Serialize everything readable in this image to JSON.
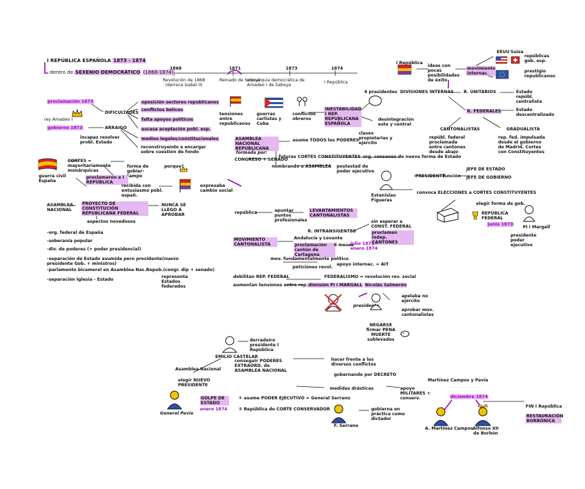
{
  "colors": {
    "ink": "#111111",
    "purple": "#a000c8",
    "highlight": "#e6b8f2",
    "red": "#d7261e",
    "yellow": "#f2c300"
  },
  "head": {
    "title": "I REPÚBLICA ESPAÑOLA",
    "title_years": "1873 - 1874",
    "subtitle": "dentro de",
    "subtitle_b": "SEXENIO DEMOCRÁTICO",
    "subtitle_years": "(1868-1874)"
  },
  "timeline": {
    "t1868": "1868",
    "t1871": "1871",
    "t1873": "1873",
    "t1874": "1874",
    "rev": "Revolución de 1868",
    "rev2": "(derroca Isabel II)",
    "amadeo": "Reinado de Saboyá",
    "monarquia": "monarquía democrática de Amadeo I de Saboya",
    "republica": "I República"
  },
  "causes": {
    "proclamacion": "proclamación 1873",
    "rey": "rey Amadeo I",
    "gobierno": "gobierno 1873",
    "dificultades": "DIFICULTADES",
    "arraigo": "ARRAIGO",
    "d1": "oposición sectores republicanos",
    "d2": "conflictos bélicos",
    "d3": "falta apoyos políticos",
    "d4": "escasa aceptación pobl. esp.",
    "d5": "medios legales/constitucionales",
    "d6": "reconstruyendo a encargar sobre cuestión de fondo",
    "incapaz": "incapaz resolver probl. Estado"
  },
  "center": {
    "tensiones": "tensiones entre republicanos",
    "carlistas": "guerras carlistas y Cuba",
    "conflictos": "conflictos obreros",
    "inestabilidad": "INESTABILIDAD I REP. REPUBLICANA ESPAÑOLA",
    "presidentes": "4 presidentes",
    "clases": "clases propietarias y ejército",
    "desintegracion": "desintegración este y central",
    "asamblea": "ASAMBLEA NACIONAL REPUBLICANA",
    "formada": "formada por:",
    "congreso": "CONGRESO",
    "senado": "SENADO",
    "asume": "asume TODOS los PODERES",
    "futuras": "futuras CORTES CONSTITUYENTES",
    "concenso": "org. consenso de nueva forma de Estado",
    "nombrando": "nombrando a ASAMBLEA",
    "potestad": "postestad de poder ejecutivo"
  },
  "right": {
    "irep": "I República",
    "ideas": "ideas con pocas posibilidades de éxito",
    "movimiento": "movimiento internac.",
    "eeuu": "EEUU",
    "suiza": "Suiza",
    "republicas": "repúblicas gob. esp.",
    "prestigio": "prestigio republicanos",
    "divisiones": "DIVISIONES INTERNAS",
    "unitarios": "R. UNITARIOS",
    "estado_rep": "Estado repúbl. centralista",
    "federales": "R. FEDERALES",
    "estado_desc": "Estado descentralizado",
    "cantonalistas": "CANTONALISTAS",
    "gradualista": "GRADUALISTA",
    "cant_desc": "repúbl. federal proclamada entre cantones desde abajo",
    "grad_desc": "rep. fed. impulsada desde el gobierno de Madrid. Cortes con Constituyentes"
  },
  "figueras": {
    "presidente": "PRESIDENTE",
    "funcion": "función",
    "jefe_estado": "JEFE DE ESTADO",
    "jefe_gobierno": "JEFE DE GOBIERNO",
    "nombre": "Estanislao Figueras",
    "convoca": "convoca ELECCIONES a CORTES CONSTITUYENTES",
    "elegir": "elegir forma de gob.",
    "rep_federal": "REPÚBLICA FEDERAL",
    "junio": "junio 1873",
    "pi": "Pi i Margall",
    "pi2": "presidente poder ejecutivo"
  },
  "left_mid": {
    "cortes": "CORTES = mayoritariamente monárquicas",
    "guerra": "guerra civil España",
    "proclamaron": "proclamaron a I REPÚBLICA",
    "forma": "forma de gobier- tampo",
    "porque": "porque?",
    "recibida": "recibida con entusiasmo pobl. españ.",
    "expresaba": "expresaba cambio social",
    "asamblea_nac": "ASAMBLEA NACIONAL",
    "proyecto": "PROYECTO DE CONSTITUCIÓN REPUBLICANA FEDERAL",
    "nose": "NUNCA SE LLEGO A APROBAR",
    "aspectos": "aspectos novedosos",
    "a1": "-org. federal de España",
    "a2": "-soberanía popular",
    "a3": "-div. de poderes (+ poder presidencial)",
    "a4": "-separación de Estado asumida pero presidente(nuevo presidente Gob. + ministros)",
    "a5": "-parlamento bicameral en Asamblea Nac.Repub.(congr. dip + senado)",
    "a6": "-separación Iglesia - Estado",
    "representa": "representa Estados federados"
  },
  "cantonal": {
    "republica": "república",
    "apuntar": "apuntar puntos profesionales",
    "levant": "LEVANTAMIENTOS CANTONALISTAS",
    "intransigentes": "R. INTRANSIGENTES",
    "sin_esperar": "sin esperar a CONST. FEDERAL",
    "proclaman": "proclaman indep. CANTONES",
    "mov": "MOVIMIENTO CANTONALISTA",
    "andalucia": "Andalucía y Levante",
    "proclamacion": "proclamación cantón de Cartagena",
    "meses": "6 meses",
    "julio": "julio 1873 - enero 1874",
    "fundamento": "mov. fundamentalmente político",
    "peticiones": "peticiones revol.",
    "apoyo": "apoyo internac. = AIT",
    "debilitan": "debilitan REP. FEDERAL",
    "federalismo": "FEDERALISMO = revolución rev. social",
    "aumentan": "aumentan tensiones entre rep.",
    "dimision": "dimisión Pi i MARGALL",
    "salmeron": "Nicolás Salmerón",
    "presidente": "presidente",
    "apelaba": "apelaba no ejército",
    "aprobar": "aprobar mov. cantonalistas",
    "negarse": "NEGARSE firmar PENA MUERTE sublevados"
  },
  "castelar": {
    "nombre": "EMILIO CASTELAR",
    "desc": "derradeiro presidente I República",
    "conseguir": "conseguir PODERES EXTRAORD. de ASAMBLEA NACIONAL",
    "hacer_frente": "hacer frente a los diversos conflictos",
    "gobernando": "gobernando por DECRETO",
    "medidas": "medidas drásticas",
    "apoyo": "apoyo MILITARES + conserv.",
    "asamblea": "Asamblea Nacional",
    "elegir": "elegir NUEVO PRESIDENTE",
    "pavia": "General Pavía",
    "golpe": "GOLPE DE ESTADO",
    "enero": "enero 1874",
    "n1": "asume PODER EJECUTIVO = General Serrano",
    "n2": "República de CORTE CONSERVADOR",
    "gobierna": "gobierna en práctica como dictador",
    "serrano": "F. Serrano",
    "martinez": "Martínez Campos y Pavía",
    "diciembre": "diciembre 1874",
    "fin": "FIN I República",
    "restauracion": "RESTAURACIÓN BORBÓNICA",
    "mcampos": "A. Martínez Campos",
    "alfonso": "Alfonso XII de Borbón"
  }
}
